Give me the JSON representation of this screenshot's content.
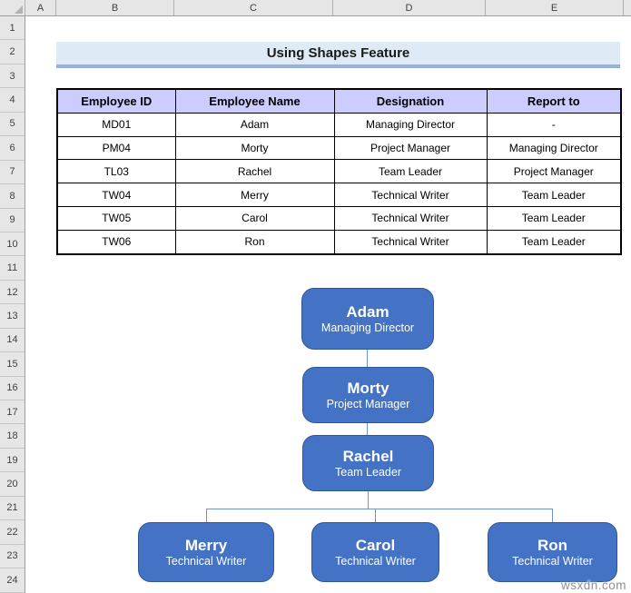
{
  "sheet": {
    "column_headers": [
      "A",
      "B",
      "C",
      "D",
      "E"
    ],
    "row_headers": [
      "1",
      "2",
      "3",
      "4",
      "5",
      "6",
      "7",
      "8",
      "9",
      "10",
      "11",
      "12",
      "13",
      "14",
      "15",
      "16",
      "17",
      "18",
      "19",
      "20",
      "21",
      "22",
      "23",
      "24"
    ]
  },
  "title": {
    "text": "Using Shapes Feature"
  },
  "table": {
    "headers": [
      "Employee ID",
      "Employee Name",
      "Designation",
      "Report to"
    ],
    "rows": [
      [
        "MD01",
        "Adam",
        "Managing Director",
        "-"
      ],
      [
        "PM04",
        "Morty",
        "Project Manager",
        "Managing Director"
      ],
      [
        "TL03",
        "Rachel",
        "Team Leader",
        "Project Manager"
      ],
      [
        "TW04",
        "Merry",
        "Technical Writer",
        "Team Leader"
      ],
      [
        "TW05",
        "Carol",
        "Technical Writer",
        "Team Leader"
      ],
      [
        "TW06",
        "Ron",
        "Technical Writer",
        "Team Leader"
      ]
    ]
  },
  "org_chart": {
    "nodes": [
      {
        "id": "adam",
        "name": "Adam",
        "role": "Managing Director"
      },
      {
        "id": "morty",
        "name": "Morty",
        "role": "Project Manager"
      },
      {
        "id": "rachel",
        "name": "Rachel",
        "role": "Team Leader"
      },
      {
        "id": "merry",
        "name": "Merry",
        "role": "Technical Writer"
      },
      {
        "id": "carol",
        "name": "Carol",
        "role": "Technical Writer"
      },
      {
        "id": "ron",
        "name": "Ron",
        "role": "Technical Writer"
      }
    ]
  },
  "watermark": "wsxdn.com",
  "colors": {
    "node_fill": "#4472C4",
    "node_border": "#2F5597",
    "connector": "#6E93CC",
    "table_header_fill": "#CCCCFF",
    "title_fill": "#DEEAF6",
    "title_border": "#95B3D7",
    "chrome_fill": "#E6E6E6"
  }
}
